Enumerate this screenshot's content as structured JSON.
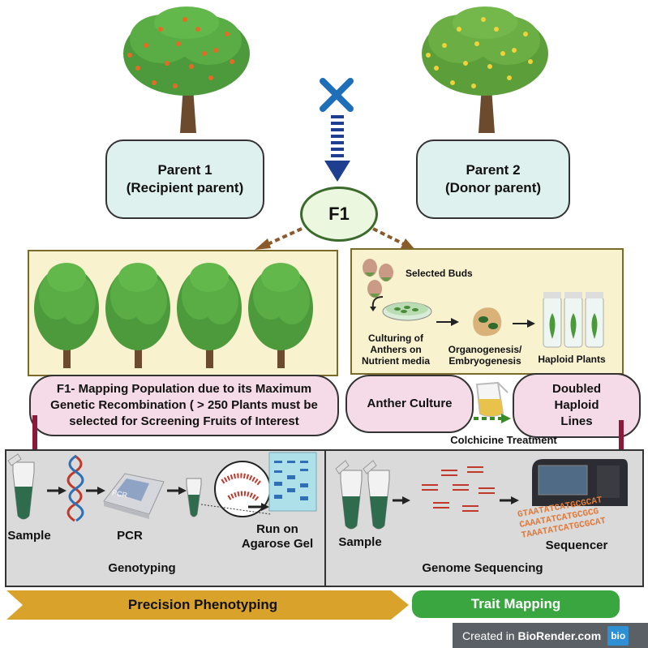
{
  "parents": {
    "p1": {
      "line1": "Parent 1",
      "line2": "(Recipient parent)"
    },
    "p2": {
      "line1": "Parent 2",
      "line2": "(Donor parent)"
    },
    "f1": "F1"
  },
  "left_panel": {
    "mapping_text": "F1- Mapping Population due to its Maximum Genetic Recombination ( > 250 Plants must be selected for Screening Fruits of Interest"
  },
  "right_panel": {
    "selected_buds": "Selected Buds",
    "culturing": "Culturing of Anthers on Nutrient media",
    "organogenesis": "Organogenesis/ Embryogenesis",
    "haploid_plants": "Haploid Plants",
    "anther_culture": "Anther Culture",
    "doubled_haploid": "Doubled Haploid Lines",
    "colchicine": "Colchicine Treatment"
  },
  "genotyping": {
    "sample": "Sample",
    "pcr": "PCR",
    "pcr_device_label": "PCR",
    "run_gel": "Run on Agarose Gel",
    "title": "Genotyping"
  },
  "sequencing": {
    "sample": "Sample",
    "sequencer": "Sequencer",
    "title": "Genome Sequencing",
    "seq_text": [
      "GTAATATCATGCGCAT",
      "CAAATATCATGCGCG",
      "TAAATATCATGCGCAT"
    ]
  },
  "bottom": {
    "precision": "Precision Phenotyping",
    "trait": "Trait Mapping"
  },
  "footer": {
    "created_in": "Created in ",
    "brand": "BioRender.com",
    "logo": "bio"
  },
  "colors": {
    "parent_fill": "#dff1ef",
    "panel_fill": "#f8f2cf",
    "pink_fill": "#f5dbe8",
    "gray_fill": "#dadada",
    "precision_fill": "#d9a22b",
    "trait_fill": "#3aa640",
    "cross_color": "#1f6fb8",
    "arrow_blue": "#1e3f8f",
    "dark_red": "#8b1a3a"
  }
}
